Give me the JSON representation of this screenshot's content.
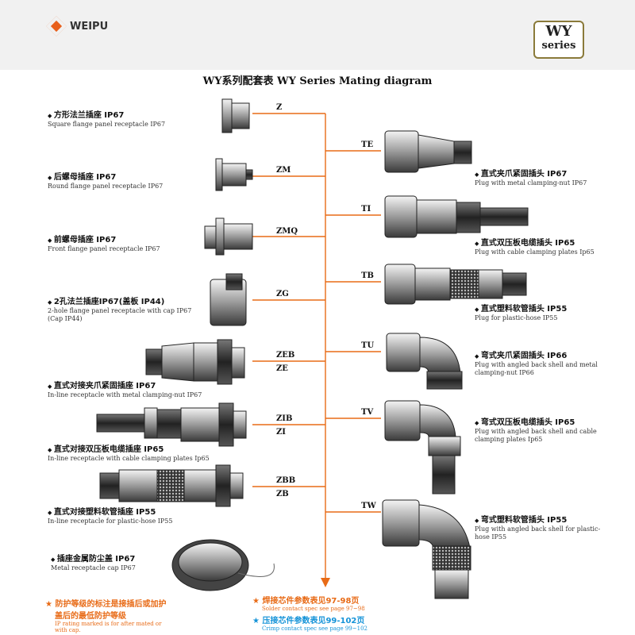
{
  "header": {
    "logo_text": "WEIPU",
    "badge_line1": "WY",
    "badge_line2": "series"
  },
  "title": "WY系列配套表  WY Series Mating diagram",
  "left_items": [
    {
      "zh": "方形法兰插座 IP67",
      "en": "Square flange panel receptacle  IP67",
      "code": "Z"
    },
    {
      "zh": "后螺母插座 IP67",
      "en": "Round flange panel receptacle  IP67",
      "code": "ZM"
    },
    {
      "zh": "前螺母插座 IP67",
      "en": "Front flange panel receptacle  IP67",
      "code": "ZMQ"
    },
    {
      "zh": "2孔法兰插座IP67(盖板 IP44)",
      "en": "2-hole flange panel receptacle with cap IP67 (Cap IP44)",
      "code": "ZG"
    },
    {
      "zh": "直式对接夹爪紧固插座 IP67",
      "en": "In-line receptacle with metal clamping-nut  IP67",
      "code": "ZEB",
      "code2": "ZE"
    },
    {
      "zh": "直式对接双压板电缆插座 IP65",
      "en": "In-line receptacle with cable clamping plates Ip65",
      "code": "ZIB",
      "code2": "ZI"
    },
    {
      "zh": "直式对接塑料软管插座  IP55",
      "en": "In-line receptacle for plastic-hose IP55",
      "code": "ZBB",
      "code2": "ZB"
    },
    {
      "zh": "插座金属防尘盖 IP67",
      "en": "Metal receptacle cap IP67"
    }
  ],
  "right_items": [
    {
      "code": "TE",
      "zh": "直式夹爪紧固插头 IP67",
      "en": "Plug with metal clamping-nut  IP67"
    },
    {
      "code": "TI",
      "zh": "直式双压板电缆插头 IP65",
      "en": "Plug with cable clamping plates  Ip65"
    },
    {
      "code": "TB",
      "zh": "直式塑料软管插头 IP55",
      "en": "Plug for plastic-hose  IP55"
    },
    {
      "code": "TU",
      "zh": "弯式夹爪紧固插头 IP66",
      "en": "Plug with angled back shell and metal clamping-nut  IP66"
    },
    {
      "code": "TV",
      "zh": "弯式双压板电缆插头 IP65",
      "en": "Plug with angled back shell and cable clamping plates  Ip65"
    },
    {
      "code": "TW",
      "zh": "弯式塑料软管插头 IP55",
      "en": "Plug with angled back shell for plastic-hose IP55"
    }
  ],
  "notes": {
    "left_zh1": "防护等级的标注是接插后或加护",
    "left_zh2": "盖后的最低防护等级",
    "left_en1": "IP rating marked is for after mated or",
    "left_en2": "with cap.",
    "solder_zh": "焊接芯件参数表见97-98页",
    "solder_en": "Solder contact spec see page 97~98",
    "crimp_zh": "压接芯件参数表见99-102页",
    "crimp_en": "Crimp contact spec see page 99~102"
  },
  "colors": {
    "orange": "#e86b17",
    "blue": "#1593d8",
    "line": "#e86b17"
  }
}
